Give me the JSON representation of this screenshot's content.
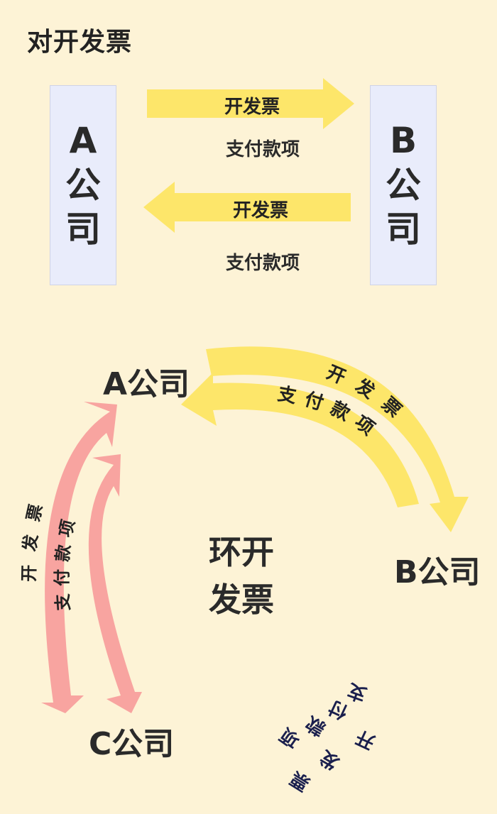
{
  "title": "对开发票",
  "top": {
    "company_a": [
      "A",
      "公",
      "司"
    ],
    "company_b": [
      "B",
      "公",
      "司"
    ],
    "arrow_right_label": "开发票",
    "arrow_right_sub": "支付款项",
    "arrow_left_label": "开发票",
    "arrow_left_sub": "支付款项"
  },
  "circle": {
    "company_a": "A公司",
    "company_b": "B公司",
    "company_c": "C公司",
    "center_line1": "环开",
    "center_line2": "发票",
    "ab_outer": [
      "开",
      "发",
      "票"
    ],
    "ab_inner": [
      "支",
      "付",
      "款",
      "项"
    ],
    "ac_outer": [
      "开",
      "发",
      "票"
    ],
    "ac_inner": [
      "支",
      "付",
      "款",
      "项"
    ],
    "bc_outer": [
      "开",
      "发",
      "票"
    ],
    "bc_inner": [
      "支",
      "付",
      "款",
      "项"
    ]
  },
  "colors": {
    "background": "#fdf3d6",
    "box": "#e9ecfb",
    "yellow_arrow": "#fde66a",
    "pink_arrow": "#f8a4a0"
  }
}
